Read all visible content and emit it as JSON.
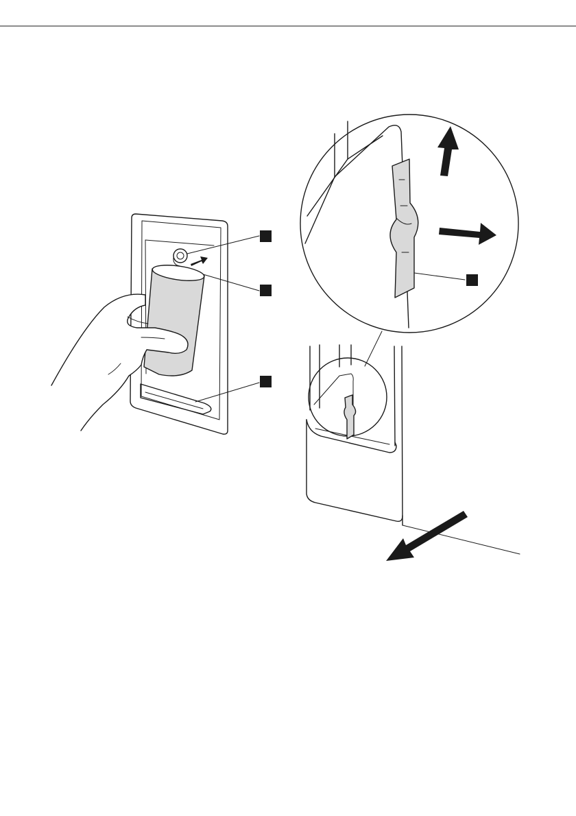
{
  "figure": {
    "top_rule": "present",
    "callout_markers": [
      "marker-1",
      "marker-2",
      "marker-3",
      "marker-4"
    ],
    "colors": {
      "line": "#1a1a1a",
      "fill_gray": "#d9d9d9",
      "marker": "#1a1a1a",
      "background": "#ffffff"
    }
  }
}
